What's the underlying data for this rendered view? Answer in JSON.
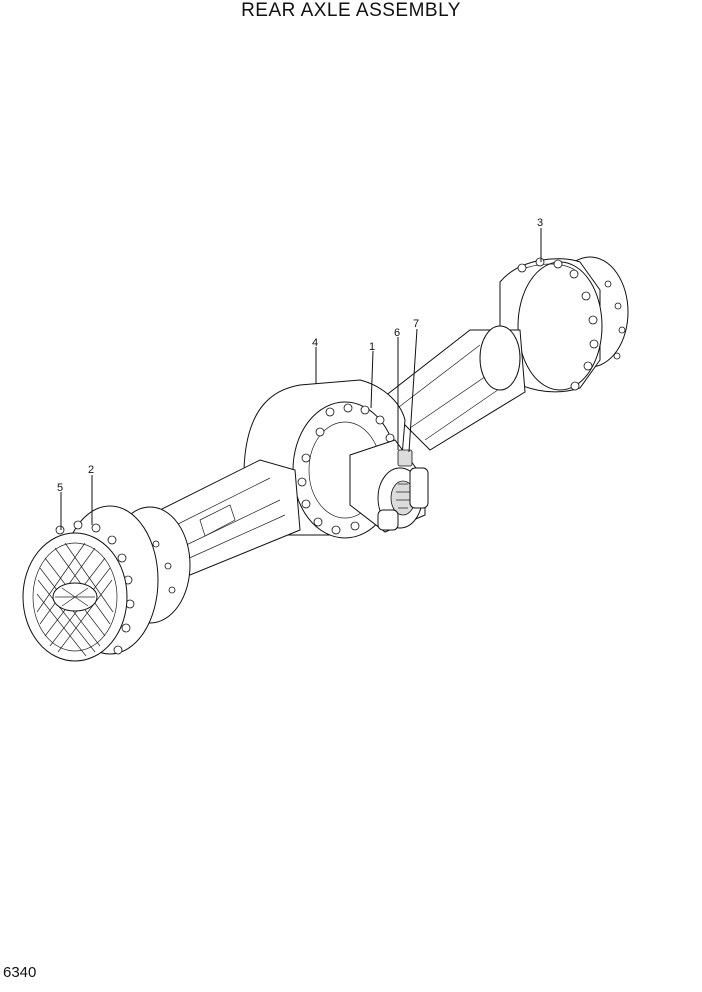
{
  "title": "REAR AXLE ASSEMBLY",
  "page_code": "6340",
  "callouts": [
    {
      "id": "1",
      "label": "1"
    },
    {
      "id": "2",
      "label": "2"
    },
    {
      "id": "3",
      "label": "3"
    },
    {
      "id": "4",
      "label": "4"
    },
    {
      "id": "5",
      "label": "5"
    },
    {
      "id": "6",
      "label": "6"
    },
    {
      "id": "7",
      "label": "7"
    }
  ]
}
